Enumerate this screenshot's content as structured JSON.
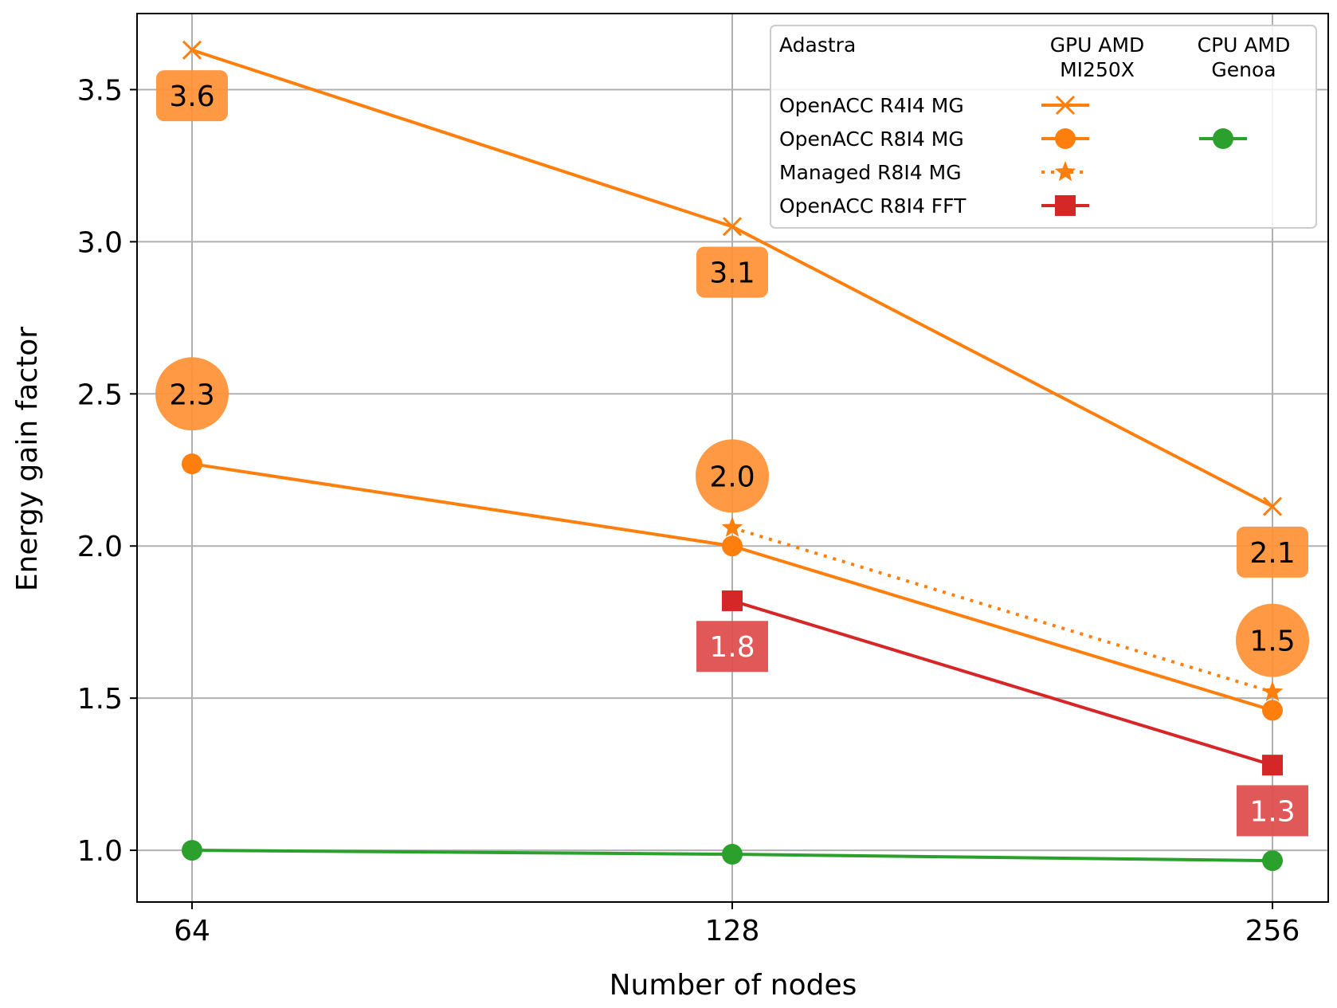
{
  "chart_data": {
    "type": "line",
    "title": "",
    "xlabel": "Number of nodes",
    "ylabel": "Energy gain factor",
    "x": [
      64,
      128,
      256
    ],
    "x_tick_labels": [
      "64",
      "128",
      "256"
    ],
    "ylim": [
      0.83,
      3.75
    ],
    "y_ticks": [
      1.0,
      1.5,
      2.0,
      2.5,
      3.0,
      3.5
    ],
    "y_tick_labels": [
      "1.0",
      "1.5",
      "2.0",
      "2.5",
      "3.0",
      "3.5"
    ],
    "grid": true,
    "legend": {
      "placement": "top-right",
      "title": "Adastra",
      "col_gpu": "GPU AMD\nMI250X",
      "col_cpu": "CPU AMD\nGenoa",
      "rows": [
        "OpenACC R4I4 MG",
        "OpenACC R8I4 MG",
        "Managed R8I4 MG",
        "OpenACC R8I4 FFT"
      ]
    },
    "series": [
      {
        "key": "r4i4_gpu",
        "platform": "GPU AMD MI250X",
        "x": [
          64,
          128,
          256
        ],
        "values": [
          3.63,
          3.05,
          2.13
        ],
        "color": "#ff7f0e",
        "marker": "x",
        "linestyle": "solid"
      },
      {
        "key": "r8i4_gpu",
        "platform": "GPU AMD MI250X",
        "x": [
          64,
          128,
          256
        ],
        "values": [
          2.27,
          2.0,
          1.46
        ],
        "color": "#ff7f0e",
        "marker": "circle",
        "linestyle": "solid"
      },
      {
        "key": "managed_gpu",
        "platform": "GPU AMD MI250X",
        "x": [
          128,
          256
        ],
        "values": [
          2.06,
          1.52
        ],
        "color": "#ff7f0e",
        "marker": "star",
        "linestyle": "dotted"
      },
      {
        "key": "fft_gpu",
        "platform": "GPU AMD MI250X",
        "x": [
          128,
          256
        ],
        "values": [
          1.82,
          1.28
        ],
        "color": "#d62728",
        "marker": "square",
        "linestyle": "solid"
      },
      {
        "key": "r8i4_cpu",
        "platform": "CPU AMD Genoa",
        "x": [
          64,
          128,
          256
        ],
        "values": [
          1.0,
          0.987,
          0.966
        ],
        "color": "#2ca02c",
        "marker": "circle",
        "linestyle": "solid"
      }
    ],
    "annotations": [
      {
        "text": "3.6",
        "x": 64,
        "y": 3.48,
        "shape": "box",
        "color": "#ff9033",
        "text_color": "#000000"
      },
      {
        "text": "3.1",
        "x": 128,
        "y": 2.9,
        "shape": "box",
        "color": "#ff9033",
        "text_color": "#000000"
      },
      {
        "text": "2.1",
        "x": 256,
        "y": 1.98,
        "shape": "box",
        "color": "#ff9033",
        "text_color": "#000000"
      },
      {
        "text": "2.3",
        "x": 64,
        "y": 2.5,
        "shape": "circle",
        "color": "#ff9033",
        "text_color": "#000000"
      },
      {
        "text": "2.0",
        "x": 128,
        "y": 2.23,
        "shape": "circle",
        "color": "#ff9033",
        "text_color": "#000000"
      },
      {
        "text": "1.5",
        "x": 256,
        "y": 1.69,
        "shape": "circle",
        "color": "#ff9033",
        "text_color": "#000000"
      },
      {
        "text": "1.8",
        "x": 128,
        "y": 1.67,
        "shape": "box",
        "color": "#df4f50",
        "text_color": "#ffffff"
      },
      {
        "text": "1.3",
        "x": 256,
        "y": 1.13,
        "shape": "box",
        "color": "#df4f50",
        "text_color": "#ffffff"
      }
    ]
  }
}
